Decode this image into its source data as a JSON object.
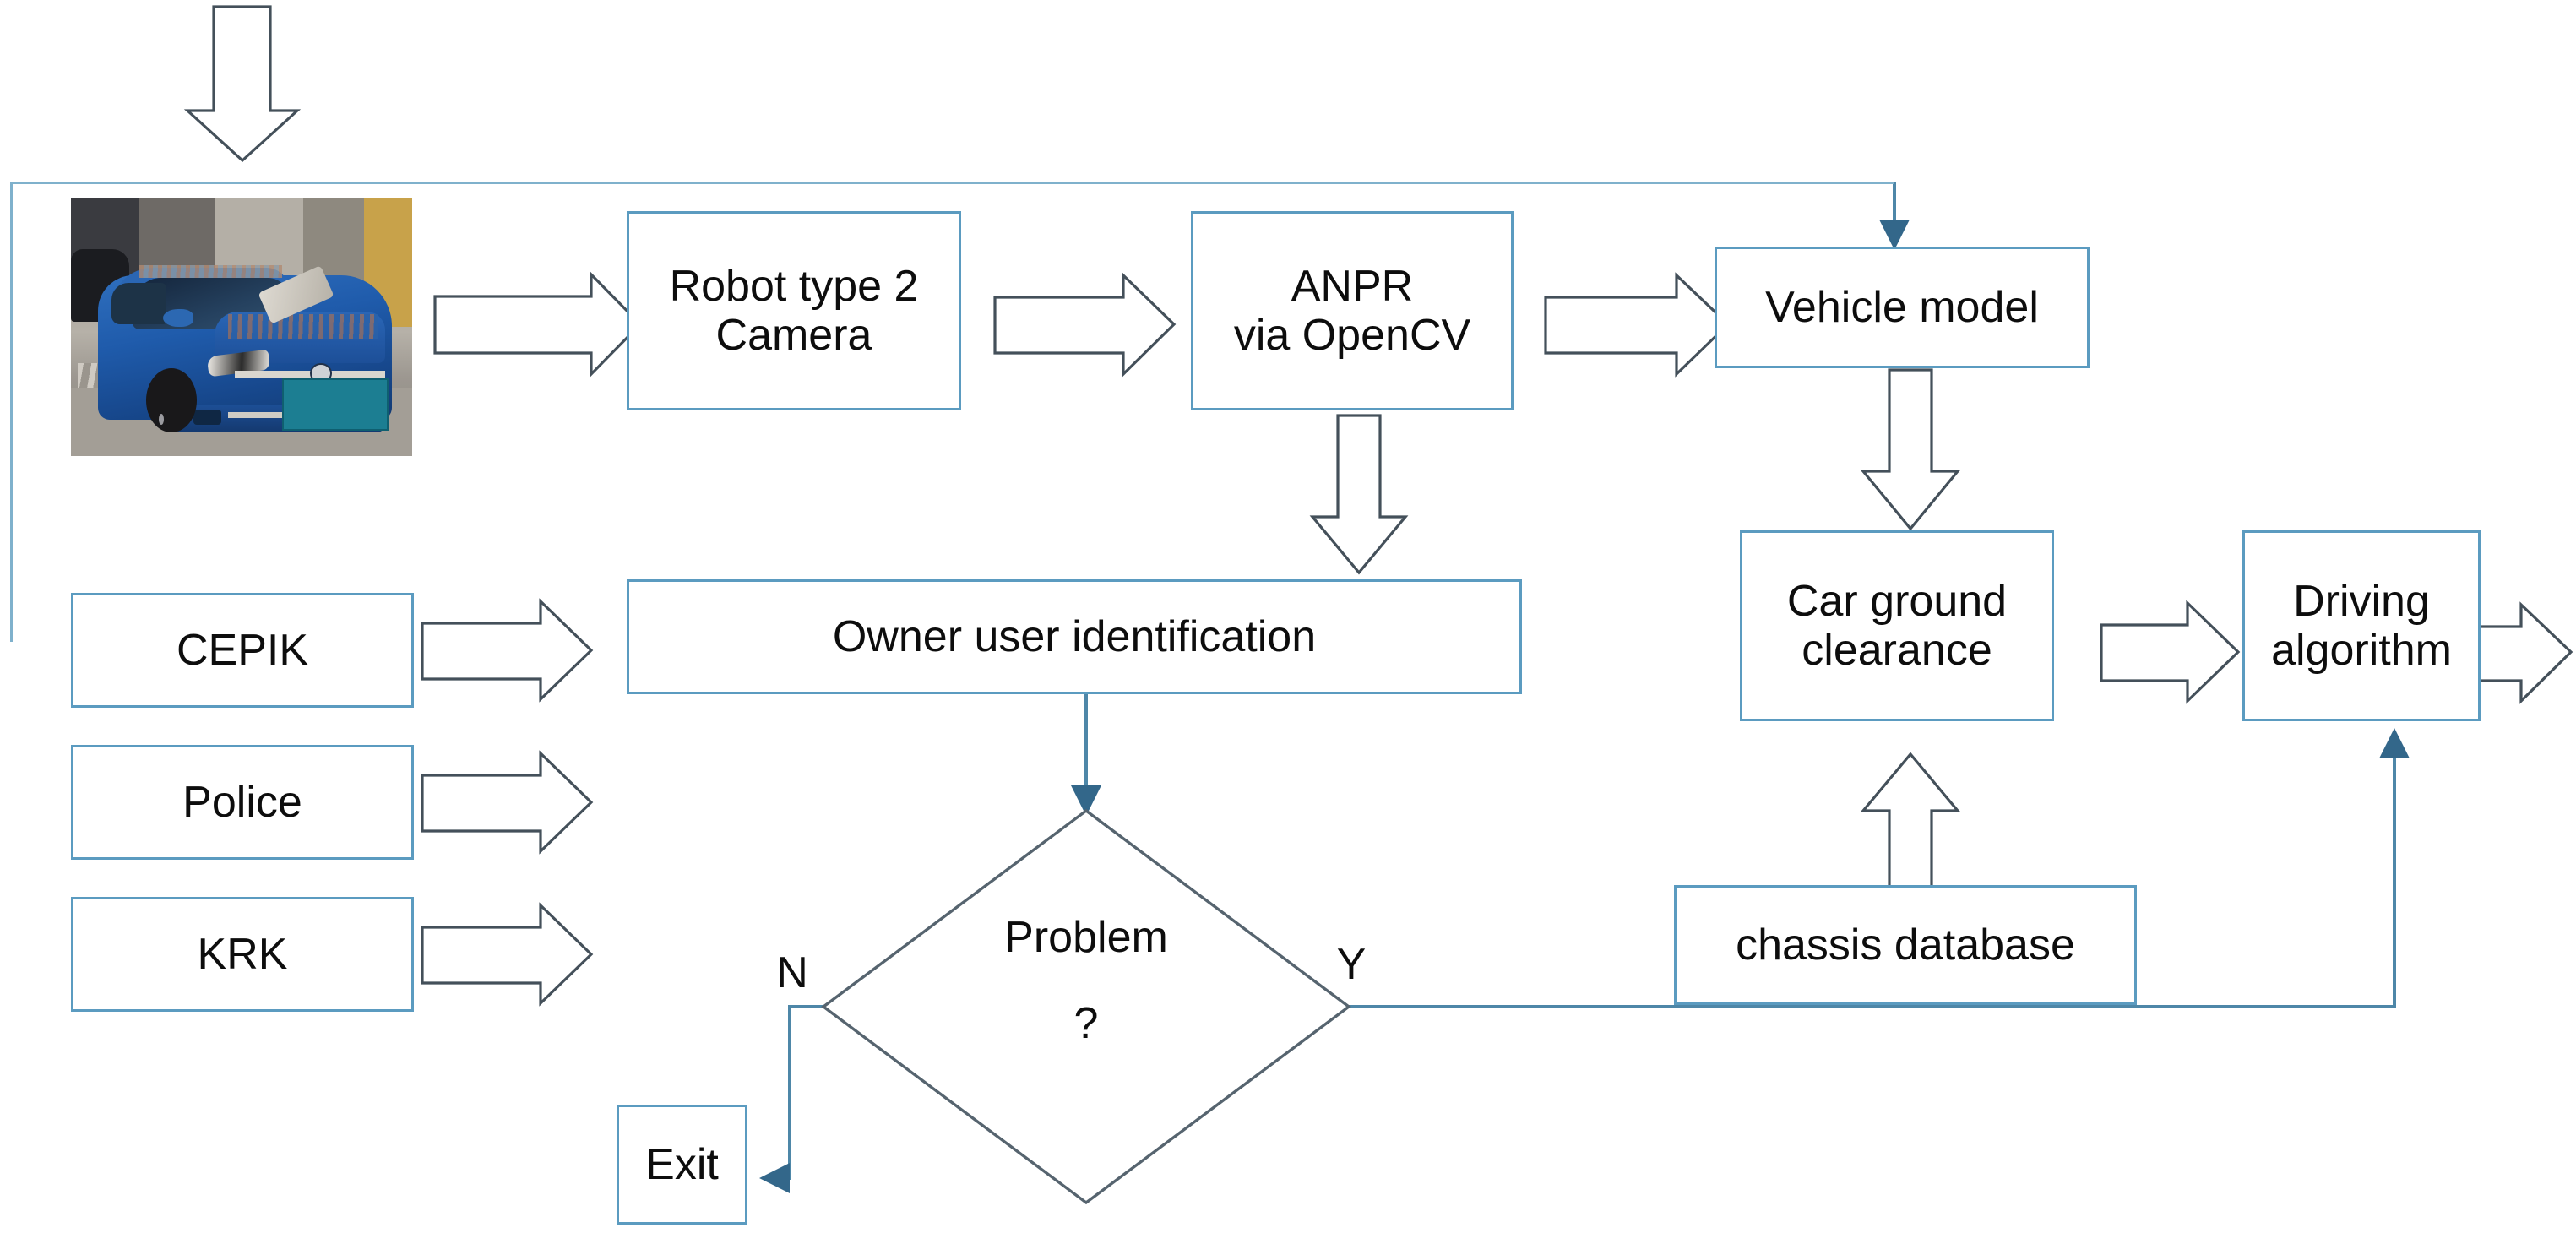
{
  "diagram": {
    "title": "Vehicle identification and driving algorithm flowchart",
    "colors": {
      "box_border": "#5b9bc0",
      "frame_border": "#7fb1cc",
      "connector_line": "#4e87a8",
      "block_arrow_stroke": "#44505a",
      "block_arrow_fill": "#ffffff",
      "text": "#0d0d0d",
      "plate_redaction": "#1c7e92",
      "car_body": "#1f5bab"
    },
    "nodes": [
      {
        "id": "car-photo",
        "label": "",
        "kind": "image"
      },
      {
        "id": "robot-camera",
        "label": "Robot type 2\nCamera",
        "line1": "Robot type 2",
        "line2": "Camera",
        "kind": "process"
      },
      {
        "id": "anpr",
        "label": "ANPR\nvia OpenCV",
        "line1": "ANPR",
        "line2": "via OpenCV",
        "kind": "process"
      },
      {
        "id": "vehicle-model",
        "label": "Vehicle model",
        "line1": "Vehicle model",
        "kind": "process"
      },
      {
        "id": "car-ground-clearance",
        "label": "Car ground\nclearance",
        "line1": "Car ground",
        "line2": "clearance",
        "kind": "process"
      },
      {
        "id": "driving-algorithm",
        "label": "Driving\nalgorithm",
        "line1": "Driving",
        "line2": "algorithm",
        "kind": "process"
      },
      {
        "id": "chassis-database",
        "label": "chassis database",
        "line1": "chassis database",
        "kind": "datastore"
      },
      {
        "id": "cepik",
        "label": "CEPIK",
        "line1": "CEPIK",
        "kind": "datasource"
      },
      {
        "id": "police",
        "label": "Police",
        "line1": "Police",
        "kind": "datasource"
      },
      {
        "id": "krk",
        "label": "KRK",
        "line1": "KRK",
        "kind": "datasource"
      },
      {
        "id": "owner-user-identification",
        "label": "Owner user identification",
        "line1": "Owner user identification",
        "kind": "process"
      },
      {
        "id": "problem-decision",
        "label": "Problem\n?",
        "line1": "Problem",
        "line2": "?",
        "kind": "decision"
      },
      {
        "id": "exit",
        "label": "Exit",
        "line1": "Exit",
        "kind": "terminator"
      }
    ],
    "edge_labels": {
      "decision_no": "N",
      "decision_yes": "Y"
    },
    "edges": [
      {
        "from": "input",
        "to": "car-photo",
        "style": "block-arrow-down"
      },
      {
        "from": "car-photo",
        "to": "robot-camera",
        "style": "block-arrow-right"
      },
      {
        "from": "robot-camera",
        "to": "anpr",
        "style": "block-arrow-right"
      },
      {
        "from": "anpr",
        "to": "vehicle-model",
        "style": "block-arrow-right"
      },
      {
        "from": "anpr",
        "to": "owner-user-identification",
        "style": "block-arrow-down"
      },
      {
        "from": "vehicle-model",
        "to": "car-ground-clearance",
        "style": "block-arrow-down"
      },
      {
        "from": "chassis-database",
        "to": "car-ground-clearance",
        "style": "block-arrow-up"
      },
      {
        "from": "car-ground-clearance",
        "to": "driving-algorithm",
        "style": "block-arrow-right"
      },
      {
        "from": "driving-algorithm",
        "to": "output",
        "style": "block-arrow-right"
      },
      {
        "from": "cepik",
        "to": "owner-user-identification",
        "style": "block-arrow-right"
      },
      {
        "from": "police",
        "to": "owner-user-identification",
        "style": "block-arrow-right"
      },
      {
        "from": "krk",
        "to": "owner-user-identification",
        "style": "block-arrow-right"
      },
      {
        "from": "owner-user-identification",
        "to": "problem-decision",
        "style": "line-arrow-down"
      },
      {
        "from": "problem-decision",
        "to": "exit",
        "label": "N",
        "style": "line-arrow-left"
      },
      {
        "from": "problem-decision",
        "to": "driving-algorithm",
        "label": "Y",
        "style": "line-arrow-up"
      },
      {
        "from": "outer-frame",
        "to": "vehicle-model",
        "style": "line-arrow-down"
      }
    ]
  }
}
